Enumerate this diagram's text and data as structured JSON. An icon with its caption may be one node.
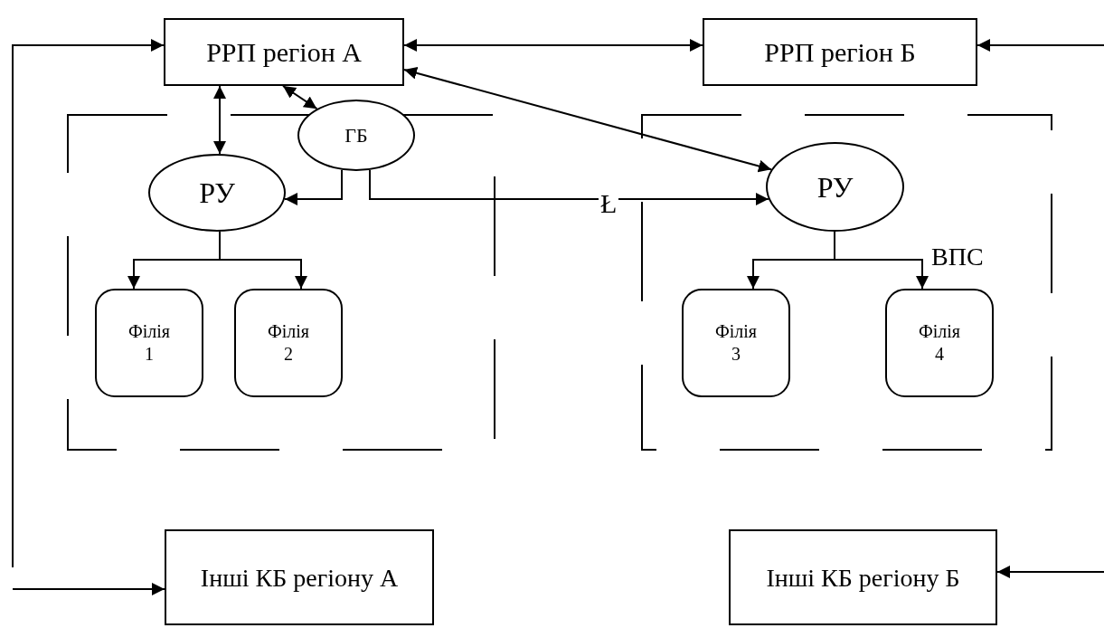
{
  "diagram": {
    "nodes": [
      {
        "text": [
          "РРП регіон А"
        ]
      },
      {
        "text": [
          "РРП регіон Б"
        ]
      },
      {
        "text": [],
        "shape": "box"
      },
      {
        "text": [],
        "shape": "box"
      },
      {
        "text": [
          "ГБ"
        ]
      },
      {
        "text": [
          "РУ"
        ],
        "in": 2
      },
      {
        "text": [
          "РУ"
        ],
        "in": 3
      },
      {
        "text": [
          "Філія 1"
        ],
        "in": 2
      },
      {
        "text": [
          "Філія 2"
        ],
        "in": 2
      },
      {
        "text": [
          "Філія 3"
        ],
        "in": 3
      },
      {
        "text": [
          "Філія 4"
        ],
        "in": 3
      },
      {
        "text": [
          "Інші КБ регіону А"
        ]
      },
      {
        "text": [
          "Інші КБ регіону Б"
        ]
      }
    ],
    "edges": [
      {
        "from": null,
        "to": 0,
        "arrow": "to"
      },
      {
        "from": null,
        "to": 11,
        "arrow": "to"
      },
      {
        "from": null,
        "to": 1,
        "arrow": "to"
      },
      {
        "from": null,
        "to": 12,
        "arrow": "to"
      },
      {
        "from": 0,
        "to": 1,
        "arrow": "both"
      },
      {
        "from": 0,
        "to": 6,
        "arrow": "both"
      },
      {
        "from": 0,
        "to": 5,
        "arrow": "both"
      },
      {
        "from": 0,
        "to": 4,
        "arrow": "both"
      },
      {
        "from": 4,
        "to": 5,
        "arrow": "to"
      },
      {
        "from": 4,
        "to": 6,
        "arrow": "to",
        "label": "Ł"
      },
      {
        "from": 5,
        "to": 7,
        "arrow": "to"
      },
      {
        "from": 5,
        "to": 8,
        "arrow": "to"
      },
      {
        "from": 6,
        "to": 9,
        "arrow": "to"
      },
      {
        "from": 6,
        "to": 10,
        "arrow": "to"
      }
    ],
    "labels": [
      "ВПС"
    ]
  }
}
